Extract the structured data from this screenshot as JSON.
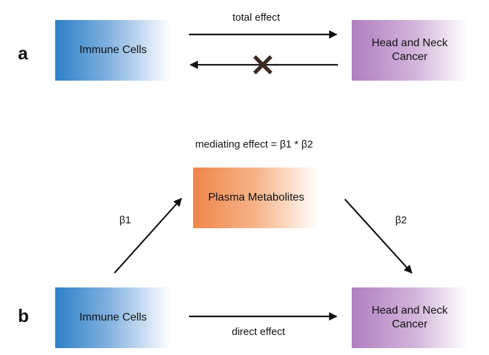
{
  "panel_a": {
    "letter": "a",
    "source": "Immune Cells",
    "target_line1": "Head and Neck",
    "target_line2": "Cancer",
    "forward_label": "total effect",
    "reverse_blocked_icon": "cross-icon"
  },
  "panel_b": {
    "letter": "b",
    "mediating_label": "mediating effect = β1 * β2",
    "mediator": "Plasma Metabolites",
    "beta1": "β1",
    "beta2": "β2",
    "source": "Immune Cells",
    "target_line1": "Head and Neck",
    "target_line2": "Cancer",
    "direct_label": "direct effect"
  },
  "colors": {
    "immune": "#2e7fc9",
    "cancer": "#b07fc0",
    "plasma": "#f0864a",
    "arrow": "#111111",
    "cross": "#3a2a22"
  }
}
